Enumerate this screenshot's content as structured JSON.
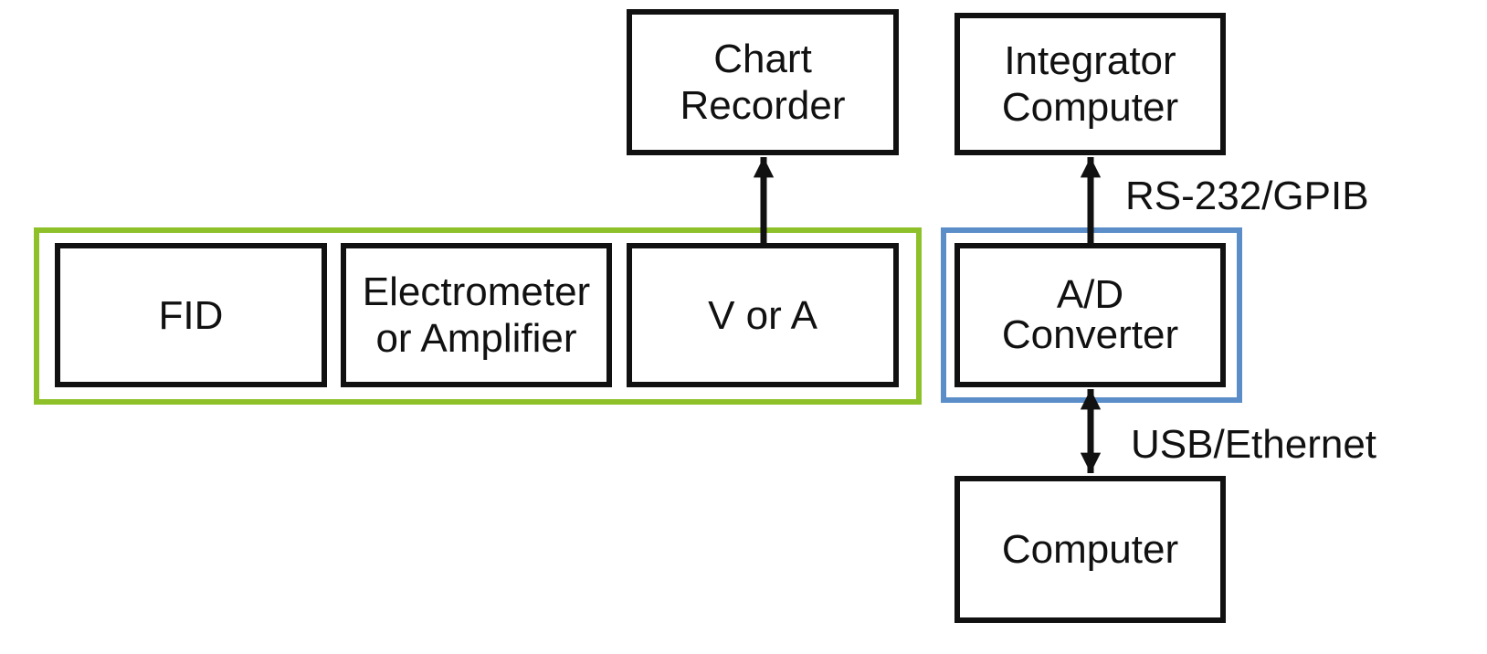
{
  "blocks": {
    "fid": {
      "lines": [
        "FID"
      ]
    },
    "electrometer": {
      "lines": [
        "Electrometer",
        "or Amplifier"
      ]
    },
    "v_or_a": {
      "lines": [
        "V or A"
      ]
    },
    "chart_recorder": {
      "lines": [
        "Chart",
        "Recorder"
      ]
    },
    "integrator_computer": {
      "lines": [
        "Integrator",
        "Computer"
      ]
    },
    "ad_converter": {
      "lines": [
        "A/D",
        "Converter"
      ]
    },
    "computer": {
      "lines": [
        "Computer"
      ]
    }
  },
  "links": {
    "rs232": "RS-232/GPIB",
    "usb": "USB/Ethernet"
  },
  "colors": {
    "green_group": "#8ec02a",
    "blue_group": "#5b8ec9",
    "ink": "#111111"
  }
}
